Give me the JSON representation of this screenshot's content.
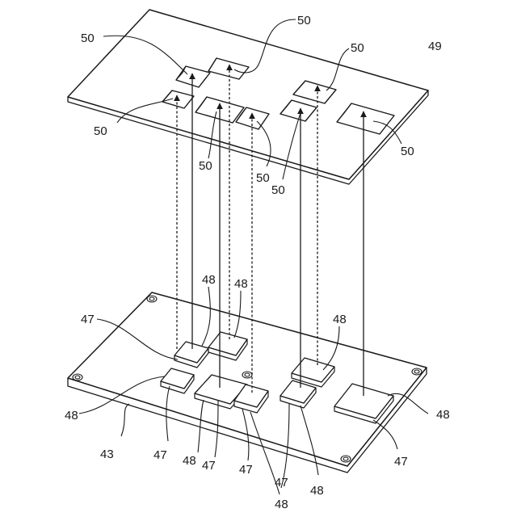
{
  "labels": {
    "upper_plate": "49",
    "lower_plate": "43",
    "window": "50",
    "chip_a": "47",
    "chip_b": "48"
  }
}
